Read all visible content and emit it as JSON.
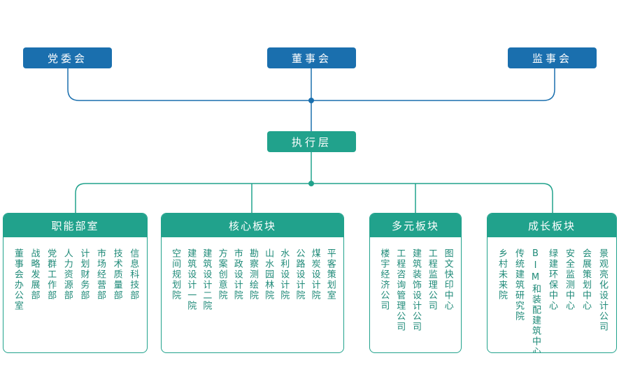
{
  "top": {
    "party": "党委会",
    "board": "董事会",
    "supervisory": "监事会"
  },
  "exec": "执行层",
  "groups": [
    {
      "title": "职能部室",
      "items": [
        "董事会办公室",
        "战略发展部",
        "党群工作部",
        "人力资源部",
        "计划财务部",
        "市场经营部",
        "技术质量部",
        "信息科技部"
      ]
    },
    {
      "title": "核心板块",
      "items": [
        "空间规划院",
        "建筑设计一院",
        "建筑设计二院",
        "方案创意院",
        "市政设计院",
        "勘察测绘院",
        "山水园林院",
        "水利设计院",
        "公路设计院",
        "煤炭设计院",
        "平客策划室"
      ]
    },
    {
      "title": "多元板块",
      "items": [
        "楼宇经济公司",
        "工程咨询管理公司",
        "建筑装饰设计公司",
        "工程监理公司",
        "图文快印中心"
      ]
    },
    {
      "title": "成长板块",
      "items": [
        "乡村未来院",
        "传统建筑研究院",
        "BIM和装配建筑中心",
        "绿建环保中心",
        "安全监测中心",
        "会展策划中心",
        "景观亮化设计公司"
      ]
    }
  ],
  "colors": {
    "top_box": "#1a6fae",
    "teal": "#21a28c",
    "text_teal": "#1f8a78"
  }
}
